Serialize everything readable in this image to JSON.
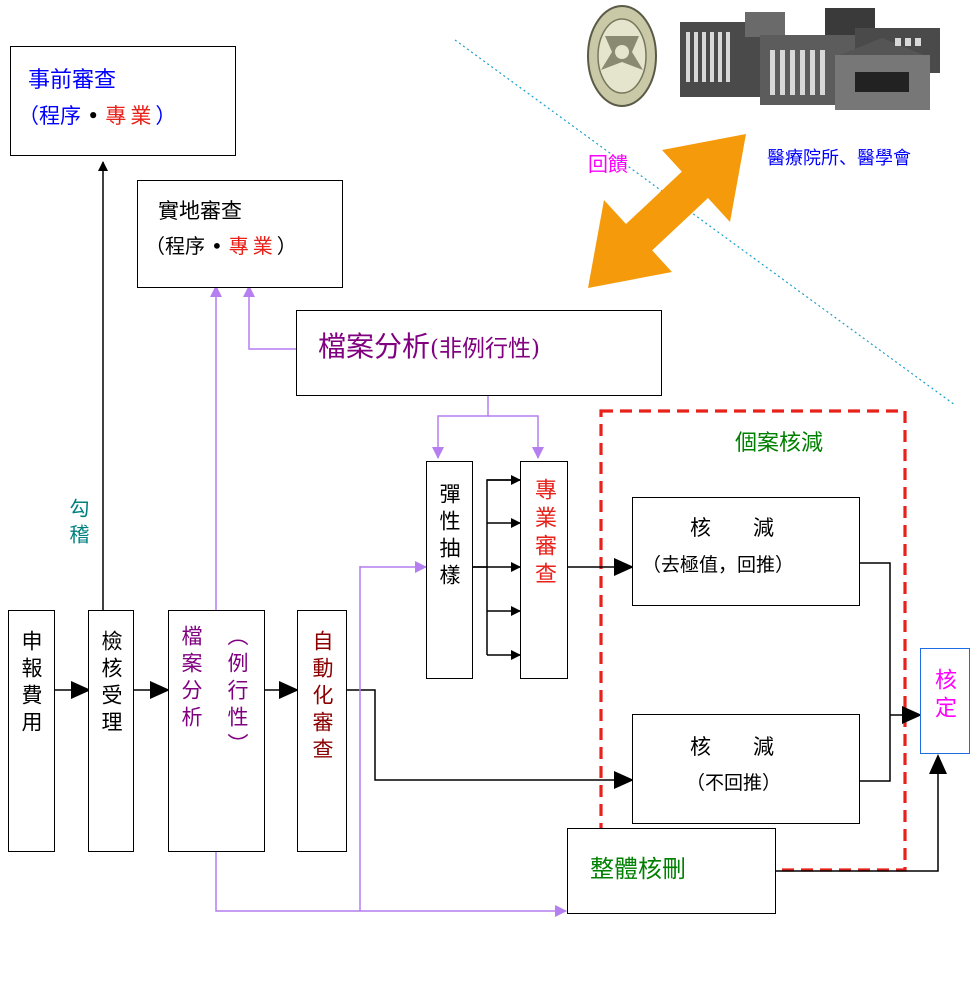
{
  "colors": {
    "black": "#000000",
    "purple": "#800080",
    "red": "#e8211a",
    "blue": "#0000ff",
    "green": "#008000",
    "teal": "#008080",
    "maroon": "#8b0000",
    "magenta": "#ff00ff",
    "lavender": "#b57ff0",
    "orange": "#f59a0a"
  },
  "nodes": {
    "pre_review": {
      "title": "事前審查",
      "paren_open": "（",
      "proc": "程序",
      "dot": "•",
      "prof": "專業",
      "paren_close": "）"
    },
    "onsite": {
      "title": "實地審查",
      "paren_open": "（",
      "proc": "程序",
      "dot": "•",
      "prof": "專業",
      "paren_close": "）"
    },
    "file_analysis_nonroutine": {
      "main": "檔案分析",
      "sub": "(非例行性)"
    },
    "case_reduction": {
      "label": "個案核減"
    },
    "reduce_extrapolate": {
      "title": "核　　減",
      "sub": "（去極值，回推）"
    },
    "reduce_no_extrapolate": {
      "title": "核　　減",
      "sub": "（不回推）"
    },
    "approve": {
      "label": "核定"
    },
    "overall_reduction": {
      "label": "整體核刪"
    },
    "declare_fee": {
      "label": "申報費用"
    },
    "inspect_accept": {
      "label": "檢核受理"
    },
    "file_analysis_routine": {
      "main": "檔案分析",
      "sub": "（例行性）"
    },
    "auto_review": {
      "label": "自動化審查"
    },
    "flexible_sampling": {
      "label": "彈性抽樣"
    },
    "professional_review": {
      "label": "專業審查"
    }
  },
  "labels": {
    "gouji": "勾稽",
    "feedback": "回饋",
    "institutions": "醫療院所、醫學會"
  },
  "icons": {
    "seal": "emblem-seal-icon",
    "buildings": "hospital-buildings-icon",
    "arrow": "double-headed-arrow-icon"
  }
}
